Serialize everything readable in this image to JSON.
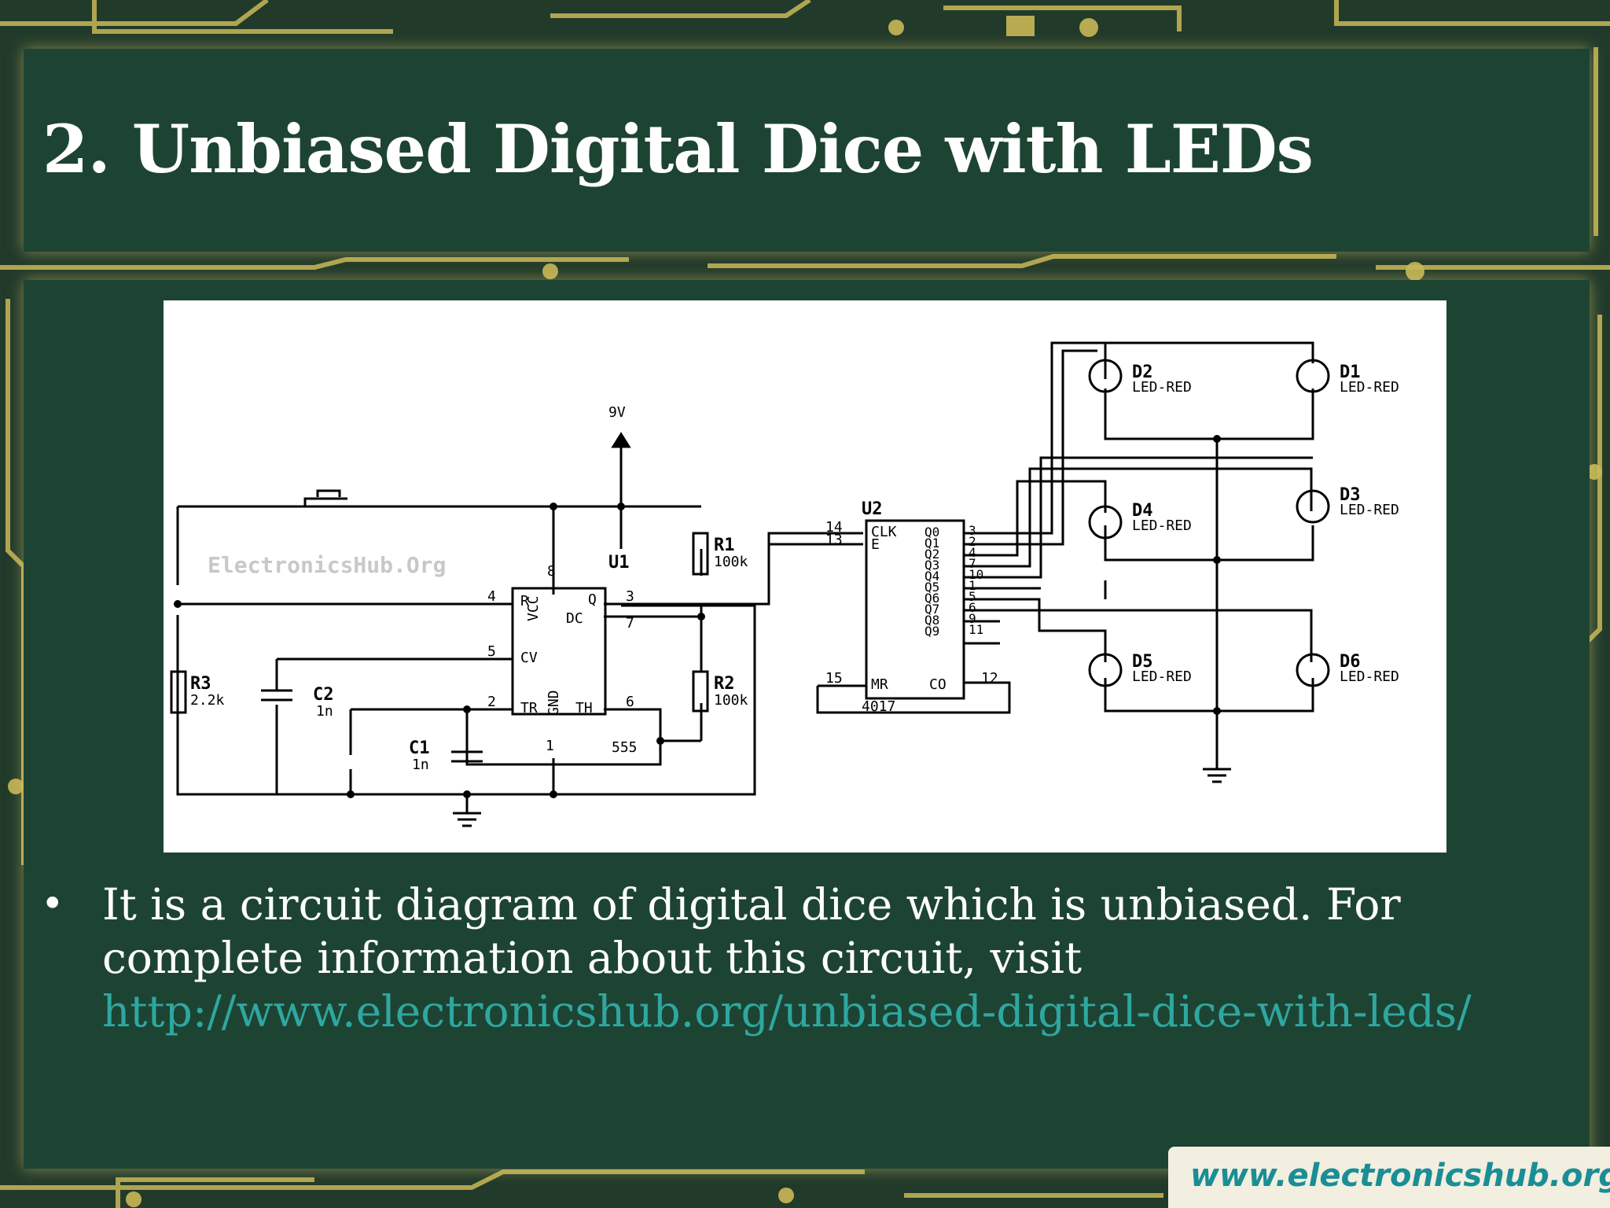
{
  "slide": {
    "title": "2. Unbiased Digital Dice with LEDs",
    "bullet_text": "It is a circuit diagram of digital dice which is unbiased. For complete information about this circuit, visit",
    "bullet_link": "http://www.electronicshub.org/unbiased-digital-dice-with-leds/",
    "footer_url": "www.electronicshub.org"
  },
  "schematic": {
    "watermark": "ElectronicsHub.Org",
    "supply": "9V",
    "u1": {
      "name": "U1",
      "part": "555",
      "pins": {
        "r": "R",
        "q": "Q",
        "vcc": "VCC",
        "dc": "DC",
        "cv": "CV",
        "tr": "TR",
        "gnd": "GND",
        "th": "TH"
      },
      "pin_numbers": {
        "p8": "8",
        "p4": "4",
        "p3": "3",
        "p7": "7",
        "p5": "5",
        "p2": "2",
        "p6": "6",
        "p1": "1"
      }
    },
    "u2": {
      "name": "U2",
      "part": "4017",
      "clk": "CLK",
      "e": "E",
      "mr": "MR",
      "co": "CO",
      "outputs": [
        "Q0",
        "Q1",
        "Q2",
        "Q3",
        "Q4",
        "Q5",
        "Q6",
        "Q7",
        "Q8",
        "Q9"
      ],
      "output_pins": [
        "3",
        "2",
        "4",
        "7",
        "10",
        "1",
        "5",
        "6",
        "9",
        "11"
      ],
      "pin_clk": "14",
      "pin_e": "13",
      "pin_mr": "15",
      "pin_co": "12"
    },
    "r1": {
      "name": "R1",
      "value": "100k"
    },
    "r2": {
      "name": "R2",
      "value": "100k"
    },
    "r3": {
      "name": "R3",
      "value": "2.2k"
    },
    "c1": {
      "name": "C1",
      "value": "1n"
    },
    "c2": {
      "name": "C2",
      "value": "1n"
    },
    "leds": [
      {
        "name": "D2",
        "type": "LED-RED"
      },
      {
        "name": "D1",
        "type": "LED-RED"
      },
      {
        "name": "D4",
        "type": "LED-RED"
      },
      {
        "name": "D3",
        "type": "LED-RED"
      },
      {
        "name": "D5",
        "type": "LED-RED"
      },
      {
        "name": "D6",
        "type": "LED-RED"
      }
    ]
  },
  "colors": {
    "panel": "#1d4433",
    "trace": "#c9b857",
    "link": "#2ea7a0",
    "title": "#ffffff"
  }
}
